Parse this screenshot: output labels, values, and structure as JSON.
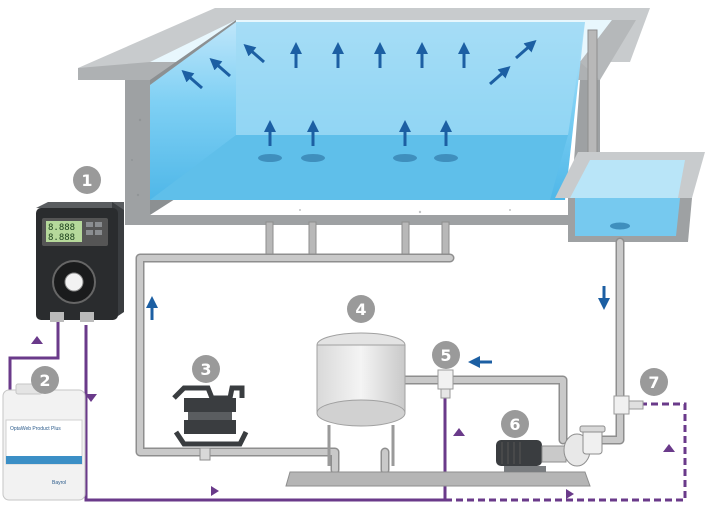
{
  "badges": [
    "1",
    "2",
    "3",
    "4",
    "5",
    "6",
    "7"
  ],
  "pump_display": {
    "line1": "8.888",
    "line2": "8.888"
  },
  "container_label": {
    "line1": "OptaWeb Product Plus",
    "line2": "Bayrol"
  },
  "colors": {
    "water_flow": "#1c5fa3",
    "chemical_flow": "#6a3a8a",
    "pipe": "#b8b8b8",
    "badge": "#9a9a9a",
    "concrete": "#9ea1a3",
    "water": "#66c4ee"
  }
}
